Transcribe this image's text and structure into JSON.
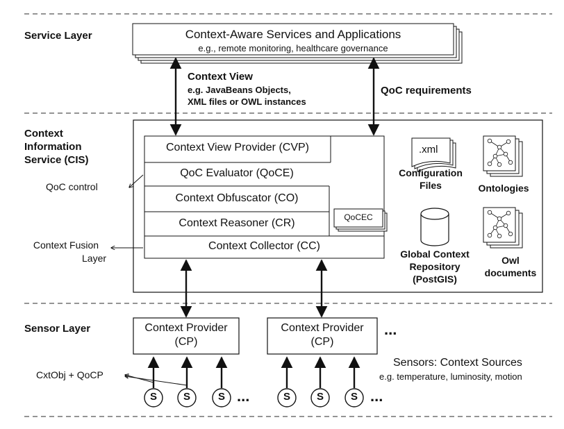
{
  "layers": {
    "service": "Service Layer",
    "cis_line1": "Context",
    "cis_line2": "Information",
    "cis_line3": "Service (CIS)",
    "sensor": "Sensor Layer"
  },
  "services": {
    "title": "Context-Aware Services and Applications",
    "subtitle": "e.g., remote monitoring, healthcare governance"
  },
  "context_view": {
    "title": "Context View",
    "line2": "e.g. JavaBeans Objects,",
    "line3": "XML files or OWL instances"
  },
  "qoc_requirements": "QoC requirements",
  "cis_components": {
    "cvp": "Context View Provider (CVP)",
    "qoce": "QoC Evaluator (QoCE)",
    "co": "Context Obfuscator (CO)",
    "cr": "Context Reasoner (CR)",
    "cc": "Context Collector (CC)",
    "qocec": "QoCEC"
  },
  "side_labels": {
    "qoc_control": "QoC control",
    "fusion_line1": "Context Fusion",
    "fusion_line2": "Layer",
    "cxtobj": "CxtObj + QoCP"
  },
  "resources": {
    "xml_doc": ".xml",
    "config_line1": "Configuration",
    "config_line2": "Files",
    "ontologies": "Ontologies",
    "repo_line1": "Global Context",
    "repo_line2": "Repository",
    "repo_line3": "(PostGIS)",
    "owl_line1": "Owl",
    "owl_line2": "documents"
  },
  "providers": [
    {
      "line1": "Context Provider",
      "line2": "(CP)"
    },
    {
      "line1": "Context Provider",
      "line2": "(CP)"
    }
  ],
  "ellipsis": "...",
  "sensors": {
    "glyph": "S",
    "title": "Sensors: Context Sources",
    "subtitle": "e.g. temperature, luminosity, motion"
  }
}
